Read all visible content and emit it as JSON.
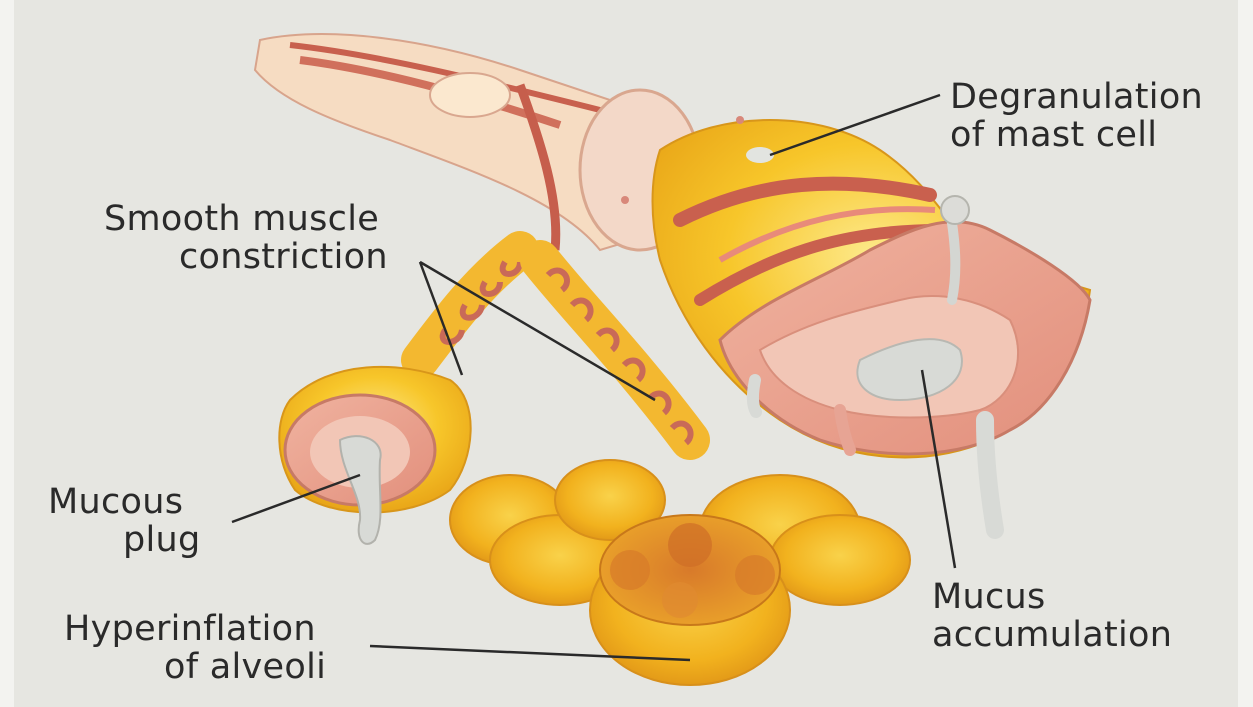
{
  "labels": {
    "degranulation": [
      "Degranulation",
      "of mast cell"
    ],
    "smooth_muscle": [
      "Smooth muscle",
      "constriction"
    ],
    "mucous_plug": [
      "Mucous",
      "plug"
    ],
    "mucus_accumulation": [
      "Mucus",
      "accumulation"
    ],
    "hyperinflation": [
      "Hyperinflation",
      "of alveoli"
    ]
  },
  "colors": {
    "background": "#e6e6e1",
    "airway_yellow": "#f5c41c",
    "airway_light": "#fbe27a",
    "wall_pink": "#e8a090",
    "muscle_red": "#c75a4a",
    "mucus_grey": "#d6d8d4",
    "leader_line": "#2a2a2a"
  }
}
